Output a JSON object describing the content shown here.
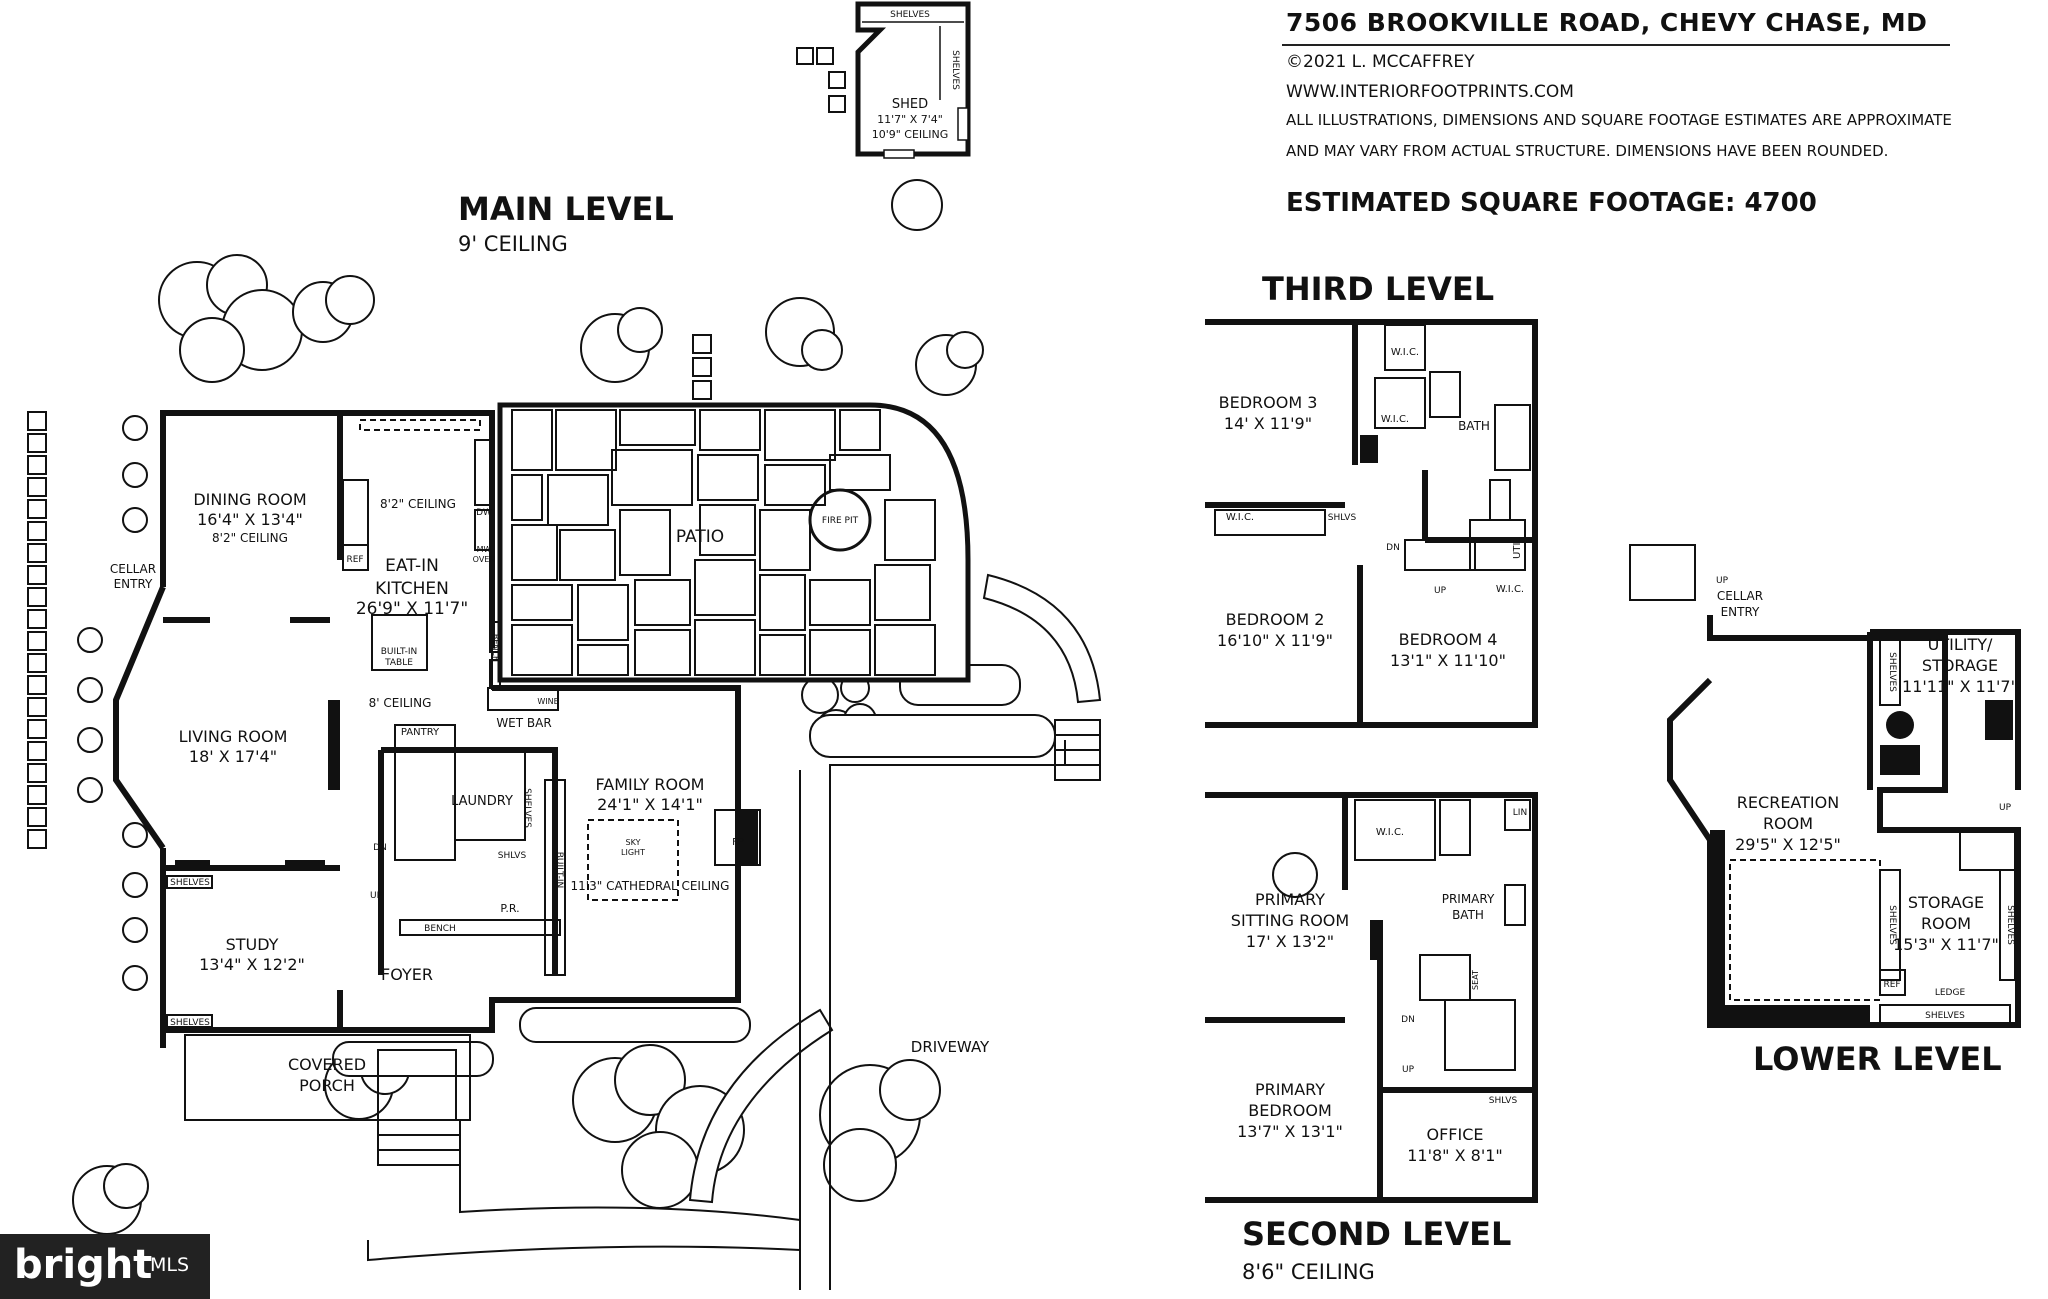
{
  "header": {
    "address": "7506 BROOKVILLE ROAD, CHEVY CHASE, MD",
    "copyright": "©2021 L. MCCAFFREY",
    "website": "WWW.INTERIORFOOTPRINTS.COM",
    "disclaimer_line1": "ALL ILLUSTRATIONS, DIMENSIONS AND SQUARE FOOTAGE ESTIMATES ARE APPROXIMATE",
    "disclaimer_line2": "AND MAY VARY FROM ACTUAL STRUCTURE. DIMENSIONS HAVE BEEN ROUNDED.",
    "square_footage": "ESTIMATED SQUARE FOOTAGE: 4700"
  },
  "levels": {
    "main": {
      "title": "MAIN LEVEL",
      "ceiling": "9' CEILING"
    },
    "third": {
      "title": "THIRD LEVEL"
    },
    "second": {
      "title": "SECOND LEVEL",
      "ceiling": "8'6\" CEILING"
    },
    "lower": {
      "title": "LOWER LEVEL"
    }
  },
  "shed": {
    "name": "SHED",
    "dims": "11'7\" X 7'4\"",
    "ceiling": "10'9\" CEILING",
    "shelves_top": "SHELVES",
    "shelves_side": "SHELVES"
  },
  "main": {
    "dining": {
      "name": "DINING ROOM",
      "dims": "16'4\" X 13'4\"",
      "ceiling": "8'2\" CEILING"
    },
    "kitchen_ceiling": "8'2\" CEILING",
    "kitchen": {
      "name1": "EAT-IN",
      "name2": "KITCHEN",
      "dims": "26'9\" X 11'7\""
    },
    "built_in_1": "BUILT-IN",
    "built_in_2": "TABLE",
    "ceiling_8": "8' CEILING",
    "dw": "DW",
    "mw1": "MW",
    "mw2": "OVEN",
    "ref": "REF",
    "cellar1": "CELLAR",
    "cellar2": "ENTRY",
    "living": {
      "name": "LIVING ROOM",
      "dims": "18' X 17'4\""
    },
    "pantry": "PANTRY",
    "laundry": "LAUNDRY",
    "shelves": "SHELVES",
    "builtin_v": "BUILT-IN",
    "shlvs": "SHLVS",
    "dn": "DN",
    "up": "UP",
    "pr": "P.R.",
    "bench": "BENCH",
    "bench_v": "BENCH",
    "wetbar": "WET BAR",
    "wine": "WINE",
    "patio": "PATIO",
    "firepit": "FIRE PIT",
    "family": {
      "name": "FAMILY ROOM",
      "dims": "24'1\" X 14'1\""
    },
    "sky1": "SKY",
    "sky2": "LIGHT",
    "cathedral": "11'3\" CATHEDRAL CEILING",
    "fp": "FP",
    "study": {
      "name": "STUDY",
      "dims": "13'4\" X 12'2\""
    },
    "foyer": "FOYER",
    "porch1": "COVERED",
    "porch2": "PORCH",
    "driveway": "DRIVEWAY",
    "shelves_study_top": "SHELVES",
    "shelves_study_bottom": "SHELVES"
  },
  "third": {
    "bed3": {
      "name": "BEDROOM 3",
      "dims": "14' X 11'9\""
    },
    "bed2": {
      "name": "BEDROOM 2",
      "dims": "16'10\" X 11'9\""
    },
    "bed4": {
      "name": "BEDROOM 4",
      "dims": "13'1\" X 11'10\""
    },
    "wic": "W.I.C.",
    "bath": "BATH",
    "util": "UTIL",
    "shlvs": "SHLVS",
    "dn": "DN",
    "up": "UP"
  },
  "second": {
    "sitting": {
      "name1": "PRIMARY",
      "name2": "SITTING ROOM",
      "dims": "17' X 13'2\""
    },
    "bedroom": {
      "name1": "PRIMARY",
      "name2": "BEDROOM",
      "dims": "13'7\" X 13'1\""
    },
    "bath1": "PRIMARY",
    "bath2": "BATH",
    "office": {
      "name": "OFFICE",
      "dims": "11'8\" X 8'1\""
    },
    "wic": "W.I.C.",
    "lin": "LIN",
    "seat": "SEAT",
    "shlvs": "SHLVS",
    "dn": "DN",
    "up": "UP"
  },
  "lower": {
    "cellar1": "CELLAR",
    "cellar2": "ENTRY",
    "utility1": "UTILITY/",
    "utility2": "STORAGE",
    "utility_dims": "11'11\" X 11'7\"",
    "rec1": "RECREATION",
    "rec2": "ROOM",
    "rec_dims": "29'5\" X 12'5\"",
    "storage1": "STORAGE",
    "storage2": "ROOM",
    "storage_dims": "15'3\" X 11'7\"",
    "shelves": "SHELVES",
    "ledge": "LEDGE",
    "ref": "REF",
    "up": "UP"
  },
  "watermark": {
    "brand": "bright",
    "mls": "MLS"
  }
}
